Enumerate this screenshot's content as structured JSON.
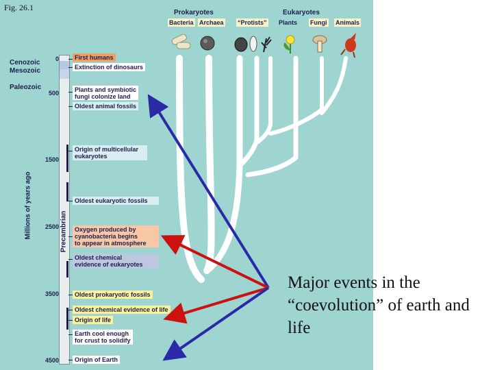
{
  "figure_label": "Fig. 26.1",
  "header": {
    "prokaryotes": "Prokaryotes",
    "eukaryotes": "Eukaryotes",
    "taxa": [
      "Bacteria",
      "Archaea",
      "“Protists”",
      "Plants",
      "Fungi",
      "Animals"
    ]
  },
  "eras": {
    "cenozoic": "Cenozoic",
    "mesozoic": "Mesozoic",
    "paleozoic": "Paleozoic"
  },
  "timeline": {
    "axis_label": "Millions of years ago",
    "precambrian_label": "Precambrian",
    "ticks": [
      "0",
      "500",
      "1500",
      "2500",
      "3500",
      "4500"
    ]
  },
  "events": [
    "First humans",
    "Extinction of dinosaurs",
    "Plants and symbiotic\nfungi colonize land",
    "Oldest animal fossils",
    "Origin of multicellular\neukaryotes",
    "Oldest eukaryotic fossils",
    "Oxygen produced by\ncyanobacteria begins\nto appear in atmosphere",
    "Oldest chemical\nevidence of eukaryotes",
    "Oldest prokaryotic fossils",
    "Oldest chemical evidence of life",
    "Origin of life",
    "Earth cool enough\nfor crust to solidify",
    "Origin of Earth"
  ],
  "caption": "Major events in the “coevolution” of earth and life",
  "colors": {
    "panel": "#9fd5d1",
    "red_arrow": "#cc1111",
    "blue_arrow": "#2a2aa6"
  },
  "icons": [
    "bacteria-icon",
    "archaea-icon",
    "protist-icon",
    "plant-icon",
    "fungus-icon",
    "animal-icon"
  ]
}
